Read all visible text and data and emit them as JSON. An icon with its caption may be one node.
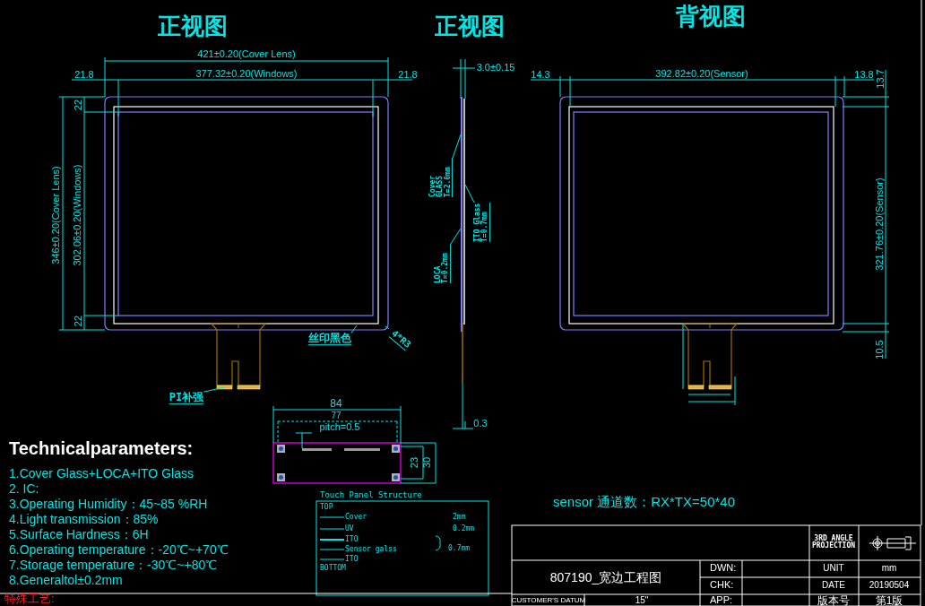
{
  "diagram": {
    "nodes": [
      {
        "text": [
          "丝印黑色"
        ]
      },
      {
        "text": [
          "4*R3"
        ]
      },
      {
        "text": [
          "PI补强"
        ]
      },
      {
        "text": [
          "Cover GLASS T=2.0mm"
        ]
      },
      {
        "text": [
          "ITO Glass T=0.7mm"
        ]
      },
      {
        "text": [
          "LOCA T=0.2mm"
        ]
      }
    ],
    "edges": [
      {
        "from": 0,
        "to": null,
        "arrow": "none"
      },
      {
        "from": 1,
        "to": null,
        "arrow": "none"
      },
      {
        "from": 2,
        "to": null,
        "arrow": "none"
      },
      {
        "from": 3,
        "to": null,
        "arrow": "none"
      },
      {
        "from": 4,
        "to": null,
        "arrow": "none"
      },
      {
        "from": 5,
        "to": null,
        "arrow": "none"
      }
    ],
    "labels": [
      "正视图",
      "正视图",
      "背视图",
      "421±0.20(Cover Lens)",
      "3.0±0.15",
      "14.3",
      "392.82±0.20(Sensor)",
      "13.8",
      "13.7",
      "21.8",
      "377.32±0.20(Windows)",
      "21.8",
      "22",
      "346±0.20(Cover Lens)",
      "302.06±0.20(Windows)",
      "321.76±0.20(Sensor)",
      "22",
      "10.5",
      "84",
      "0.3",
      "77",
      "pitch=0.5",
      "23",
      "30",
      "Technicalparameters:",
      "1.Cover Glass+LOCA+ITO Glass",
      "2. IC:",
      "3.Operating Humidity：45~85 %RH",
      "4.Light transmission：85%",
      "5.Surface Hardness：6H",
      "6.Operating temperature：-20℃~+70℃",
      "7.Storage temperature：-30℃~+80℃",
      "8.Generaltol±0.2mm",
      "Touch Panel Structure",
      "TOP",
      "Cover",
      "2mm",
      "UV",
      "0.2mm",
      "ITO",
      "Sensor galss",
      "0.7mm",
      "ITO",
      "BOTTOM",
      "sensor 通道数：RX*TX=50*40",
      "3RD ANGLE PROJECTION",
      "807190_宽边工程图",
      "DWN:",
      "UNIT",
      "mm",
      "CHK:",
      "DATE",
      "20190504",
      "特殊工艺:",
      "CUSTOMER'S DATUM",
      "15\"",
      "APP:",
      "版本号",
      "第1版"
    ]
  }
}
